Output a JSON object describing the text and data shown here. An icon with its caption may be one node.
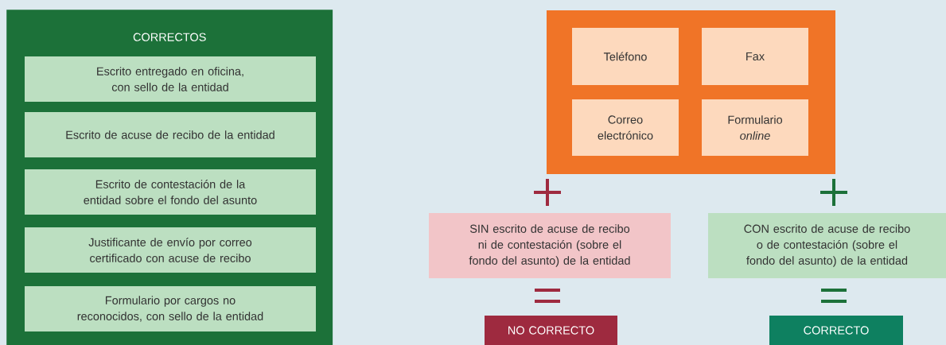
{
  "diagram": {
    "nodes": [
      {
        "text": [
          "CORRECTOS"
        ]
      },
      {
        "text": [
          "Escrito entregado en oficina, con sello de la entidad"
        ],
        "in": 0
      },
      {
        "text": [
          "Escrito de acuse de recibo de la entidad"
        ],
        "in": 0
      },
      {
        "text": [
          "Escrito de contestación de la entidad sobre el fondo del asunto"
        ],
        "in": 0
      },
      {
        "text": [
          "Justificante de envío por correo certificado con acuse de recibo"
        ],
        "in": 0
      },
      {
        "text": [
          "Formulario por cargos no reconocidos, con sello de la entidad"
        ],
        "in": 0
      },
      {
        "text": [],
        "shape": "box"
      },
      {
        "text": [
          "Teléfono"
        ],
        "in": 6
      },
      {
        "text": [
          "Fax"
        ],
        "in": 6
      },
      {
        "text": [
          "Correo electrónico"
        ],
        "in": 6
      },
      {
        "text": [
          "Formulario *online*"
        ],
        "in": 6
      },
      {
        "text": [
          "SIN escrito de acuse de recibo ni de contestación (sobre el fondo del asunto) de la entidad"
        ]
      },
      {
        "text": [
          "CON escrito de acuse de recibo o de contestación (sobre el fondo del asunto) de la entidad"
        ]
      },
      {
        "text": [
          "NO CORRECTO"
        ]
      },
      {
        "text": [
          "CORRECTO"
        ]
      }
    ]
  }
}
